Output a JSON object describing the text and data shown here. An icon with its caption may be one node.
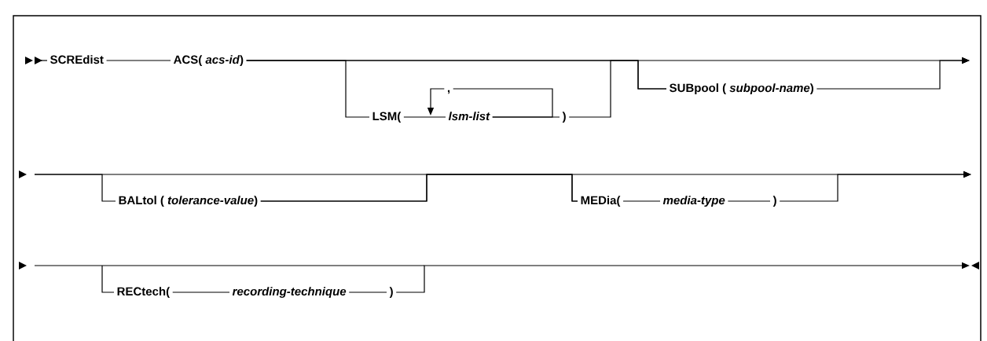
{
  "diagram": {
    "nodes": [
      {
        "text": [
          "SCREdist"
        ]
      },
      {
        "text": [
          "ACS( *acs-id*)"
        ]
      },
      {
        "text": [
          "LSM("
        ]
      },
      {
        "text": [
          "lsm-list"
        ]
      },
      {
        "text": [
          ")"
        ]
      },
      {
        "text": [
          "SUBpool ( *subpool-name*)"
        ]
      },
      {
        "text": [
          "BALtol ( *tolerance-value*)"
        ]
      },
      {
        "text": [
          "MEDia("
        ]
      },
      {
        "text": [
          "media-type"
        ]
      },
      {
        "text": [
          ")"
        ]
      },
      {
        "text": [
          "RECtech("
        ]
      },
      {
        "text": [
          "recording-technique"
        ]
      },
      {
        "text": [
          ")"
        ]
      },
      {
        "text": [
          ","
        ]
      }
    ],
    "edges": [
      {
        "from": 0,
        "to": 1,
        "arrow": "none"
      },
      {
        "from": 2,
        "to": 3,
        "arrow": "none"
      },
      {
        "from": 3,
        "to": 4,
        "arrow": "none"
      },
      {
        "from": 7,
        "to": 8,
        "arrow": "none"
      },
      {
        "from": 8,
        "to": 9,
        "arrow": "none"
      },
      {
        "from": 10,
        "to": 11,
        "arrow": "none"
      },
      {
        "from": 11,
        "to": 12,
        "arrow": "none"
      },
      {
        "from": 1,
        "to": 2,
        "arrow": "none"
      },
      {
        "from": 4,
        "to": 5,
        "arrow": "none"
      },
      {
        "from": 1,
        "to": 5,
        "arrow": "none"
      },
      {
        "from": 5,
        "to": null,
        "arrow": "to"
      },
      {
        "from": 1,
        "to": null,
        "arrow": "to"
      },
      {
        "from": null,
        "to": 6,
        "arrow": "none"
      },
      {
        "from": 6,
        "to": 7,
        "arrow": "none"
      },
      {
        "from": 9,
        "to": null,
        "arrow": "to"
      },
      {
        "from": null,
        "to": 7,
        "arrow": "none"
      },
      {
        "from": 6,
        "to": null,
        "arrow": "to"
      },
      {
        "from": null,
        "to": 10,
        "arrow": "none"
      },
      {
        "from": 12,
        "to": null,
        "arrow": "to"
      },
      {
        "from": 3,
        "to": 13,
        "arrow": "none"
      },
      {
        "from": 13,
        "to": 3,
        "arrow": "to"
      }
    ]
  }
}
